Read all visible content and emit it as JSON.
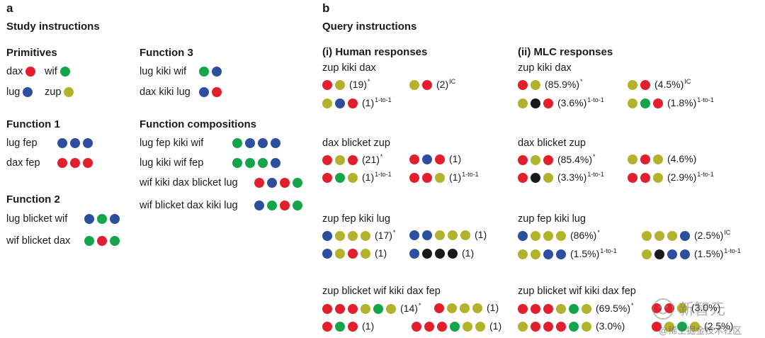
{
  "colors": {
    "red": "#e41f2d",
    "green": "#14a44a",
    "blue": "#2e4f9f",
    "olive": "#b3b22c",
    "black": "#1a1a1a"
  },
  "panel_a": {
    "letter": "a",
    "title": "Study instructions",
    "primitives": {
      "heading": "Primitives",
      "items": [
        {
          "label": "dax",
          "dots": [
            "red"
          ]
        },
        {
          "label": "wif",
          "dots": [
            "green"
          ]
        },
        {
          "label": "lug",
          "dots": [
            "blue"
          ]
        },
        {
          "label": "zup",
          "dots": [
            "olive"
          ]
        }
      ]
    },
    "function1": {
      "heading": "Function 1",
      "items": [
        {
          "label": "lug fep",
          "dots": [
            "blue",
            "blue",
            "blue"
          ]
        },
        {
          "label": "dax fep",
          "dots": [
            "red",
            "red",
            "red"
          ]
        }
      ]
    },
    "function2": {
      "heading": "Function 2",
      "items": [
        {
          "label": "lug blicket wif",
          "dots": [
            "blue",
            "green",
            "blue"
          ]
        },
        {
          "label": "wif blicket dax",
          "dots": [
            "green",
            "red",
            "green"
          ]
        }
      ]
    },
    "function3": {
      "heading": "Function 3",
      "items": [
        {
          "label": "lug kiki wif",
          "dots": [
            "green",
            "blue"
          ]
        },
        {
          "label": "dax kiki lug",
          "dots": [
            "blue",
            "red"
          ]
        }
      ]
    },
    "compositions": {
      "heading": "Function compositions",
      "items": [
        {
          "label": "lug fep kiki wif",
          "dots": [
            "green",
            "blue",
            "blue",
            "blue"
          ]
        },
        {
          "label": "lug kiki wif fep",
          "dots": [
            "green",
            "green",
            "green",
            "blue"
          ]
        },
        {
          "label": "wif kiki dax blicket lug",
          "dots": [
            "red",
            "blue",
            "red",
            "green"
          ]
        },
        {
          "label": "wif blicket dax kiki lug",
          "dots": [
            "blue",
            "green",
            "red",
            "green"
          ]
        }
      ]
    }
  },
  "panel_b": {
    "letter": "b",
    "title": "Query instructions",
    "human_heading": "(i) Human responses",
    "mlc_heading": "(ii) MLC responses",
    "queries": [
      {
        "query": "zup kiki dax",
        "human": [
          {
            "dots": [
              "red",
              "olive"
            ],
            "text": "(19)",
            "sup": "*"
          },
          {
            "dots": [
              "olive",
              "red"
            ],
            "text": "(2)",
            "sup": "IC"
          },
          {
            "dots": [
              "olive",
              "blue",
              "red"
            ],
            "text": "(1)",
            "sup": "1-to-1"
          }
        ],
        "mlc": [
          {
            "dots": [
              "red",
              "olive"
            ],
            "text": "(85.9%)",
            "sup": "*"
          },
          {
            "dots": [
              "olive",
              "red"
            ],
            "text": "(4.5%)",
            "sup": "IC"
          },
          {
            "dots": [
              "olive",
              "black",
              "red"
            ],
            "text": "(3.6%)",
            "sup": "1-to-1"
          },
          {
            "dots": [
              "olive",
              "green",
              "red"
            ],
            "text": "(1.8%)",
            "sup": "1-to-1"
          }
        ]
      },
      {
        "query": "dax blicket zup",
        "human": [
          {
            "dots": [
              "red",
              "olive",
              "red"
            ],
            "text": "(21)",
            "sup": "*"
          },
          {
            "dots": [
              "red",
              "blue",
              "red"
            ],
            "text": "(1)",
            "sup": ""
          },
          {
            "dots": [
              "red",
              "green",
              "olive"
            ],
            "text": "(1)",
            "sup": "1-to-1"
          },
          {
            "dots": [
              "red",
              "red",
              "olive"
            ],
            "text": "(1)",
            "sup": "1-to-1"
          }
        ],
        "mlc": [
          {
            "dots": [
              "red",
              "olive",
              "red"
            ],
            "text": "(85.4%)",
            "sup": "*"
          },
          {
            "dots": [
              "olive",
              "red",
              "olive"
            ],
            "text": "(4.6%)",
            "sup": ""
          },
          {
            "dots": [
              "red",
              "black",
              "olive"
            ],
            "text": "(3.3%)",
            "sup": "1-to-1"
          },
          {
            "dots": [
              "red",
              "red",
              "olive"
            ],
            "text": "(2.9%)",
            "sup": "1-to-1"
          }
        ]
      },
      {
        "query": "zup fep kiki lug",
        "human": [
          {
            "dots": [
              "blue",
              "olive",
              "olive",
              "olive"
            ],
            "text": "(17)",
            "sup": "*"
          },
          {
            "dots": [
              "blue",
              "blue",
              "olive",
              "olive",
              "olive"
            ],
            "text": "(1)",
            "sup": ""
          },
          {
            "dots": [
              "blue",
              "olive",
              "red",
              "olive"
            ],
            "text": "(1)",
            "sup": ""
          },
          {
            "dots": [
              "blue",
              "black",
              "black",
              "black"
            ],
            "text": "(1)",
            "sup": ""
          }
        ],
        "mlc": [
          {
            "dots": [
              "blue",
              "olive",
              "olive",
              "olive"
            ],
            "text": "(86%)",
            "sup": "*"
          },
          {
            "dots": [
              "olive",
              "olive",
              "olive",
              "blue"
            ],
            "text": "(2.5%)",
            "sup": "IC"
          },
          {
            "dots": [
              "olive",
              "olive",
              "blue",
              "blue"
            ],
            "text": "(1.5%)",
            "sup": "1-to-1"
          },
          {
            "dots": [
              "olive",
              "black",
              "blue",
              "blue"
            ],
            "text": "(1.5%)",
            "sup": "1-to-1"
          }
        ]
      },
      {
        "query": "zup blicket wif kiki dax fep",
        "human": [
          {
            "dots": [
              "red",
              "red",
              "red",
              "olive",
              "green",
              "olive"
            ],
            "text": "(14)",
            "sup": "*"
          },
          {
            "dots": [
              "red",
              "olive",
              "olive",
              "olive"
            ],
            "text": "(1)",
            "sup": ""
          },
          {
            "dots": [
              "red",
              "green",
              "red"
            ],
            "text": "(1)",
            "sup": ""
          },
          {
            "dots": [
              "red",
              "red",
              "red",
              "green",
              "olive",
              "olive"
            ],
            "text": "(1)",
            "sup": ""
          }
        ],
        "mlc": [
          {
            "dots": [
              "red",
              "red",
              "red",
              "olive",
              "green",
              "olive"
            ],
            "text": "(69.5%)",
            "sup": "*"
          },
          {
            "dots": [
              "red",
              "red",
              "olive"
            ],
            "text": "(3.0%)",
            "sup": ""
          },
          {
            "dots": [
              "olive",
              "red",
              "red",
              "red",
              "green",
              "olive"
            ],
            "text": "(3.0%)",
            "sup": ""
          },
          {
            "dots": [
              "red",
              "olive",
              "green",
              "olive"
            ],
            "text": "(2.5%)",
            "sup": ""
          }
        ]
      }
    ]
  },
  "watermark": {
    "logo": "新智元",
    "text": "@稀土掘金技术社区"
  }
}
